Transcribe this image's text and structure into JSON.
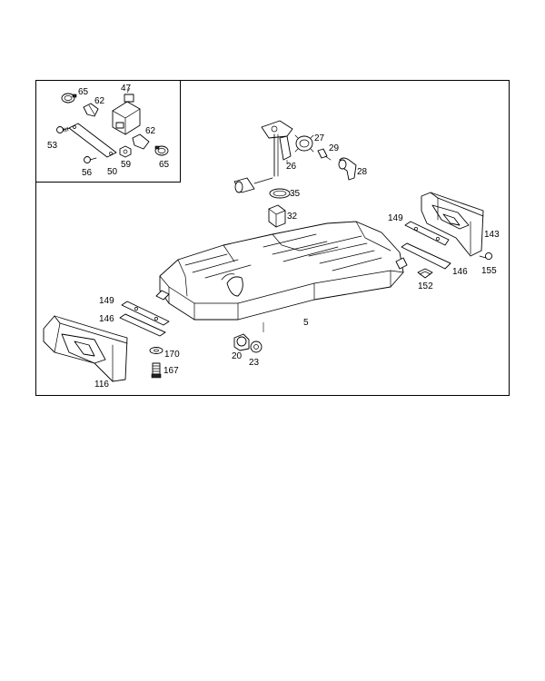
{
  "labels": {
    "p65a": "65",
    "p62a": "62",
    "p47": "47",
    "p53": "53",
    "p62b": "62",
    "p56": "56",
    "p50": "50",
    "p59": "59",
    "p65b": "65",
    "p27": "27",
    "p26": "26",
    "p29": "29",
    "p28": "28",
    "p35": "35",
    "p32": "32",
    "p149a": "149",
    "p143": "143",
    "p146a": "146",
    "p155": "155",
    "p152": "152",
    "p5": "5",
    "p149b": "149",
    "p146b": "146",
    "p170": "170",
    "p20": "20",
    "p23": "23",
    "p167": "167",
    "p116": "116"
  }
}
